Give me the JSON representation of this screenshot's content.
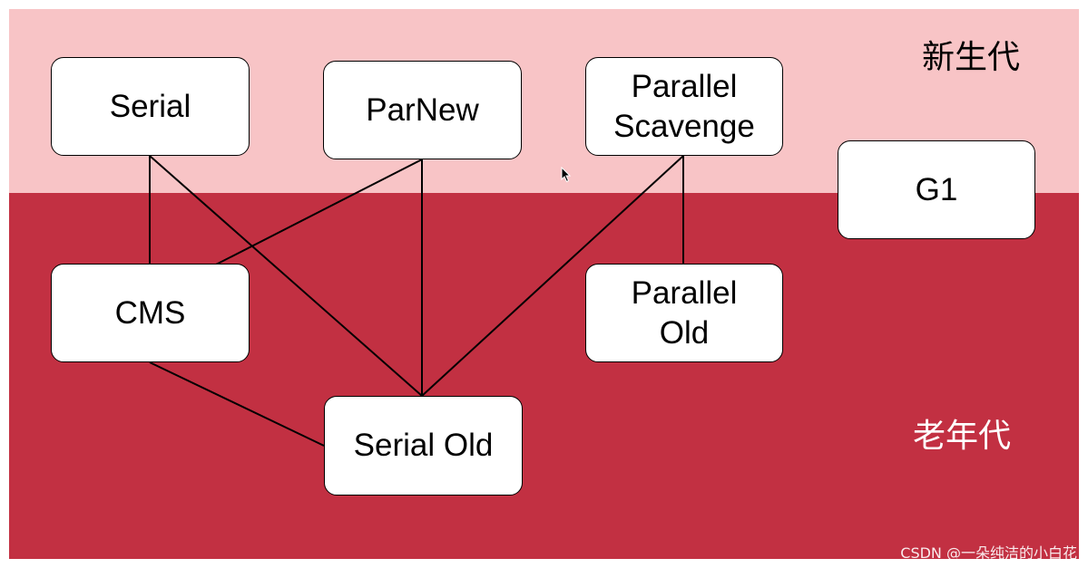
{
  "regions": {
    "young_generation": "新生代",
    "old_generation": "老年代"
  },
  "collectors": {
    "serial": "Serial",
    "parnew": "ParNew",
    "parallel_scavenge": [
      "Parallel",
      "Scavenge"
    ],
    "g1": "G1",
    "cms": "CMS",
    "parallel_old": [
      "Parallel",
      "Old"
    ],
    "serial_old": "Serial Old"
  },
  "connections": [
    [
      "Serial",
      "CMS"
    ],
    [
      "Serial",
      "Serial Old"
    ],
    [
      "ParNew",
      "CMS"
    ],
    [
      "ParNew",
      "Serial Old"
    ],
    [
      "Parallel Scavenge",
      "Serial Old"
    ],
    [
      "Parallel Scavenge",
      "Parallel Old"
    ],
    [
      "CMS",
      "Serial Old"
    ]
  ],
  "watermark": "CSDN @一朵纯洁的小白花",
  "colors": {
    "young_background": "#f8c4c6",
    "old_background": "#c23042",
    "node_fill": "#ffffff",
    "edge": "#000000"
  }
}
